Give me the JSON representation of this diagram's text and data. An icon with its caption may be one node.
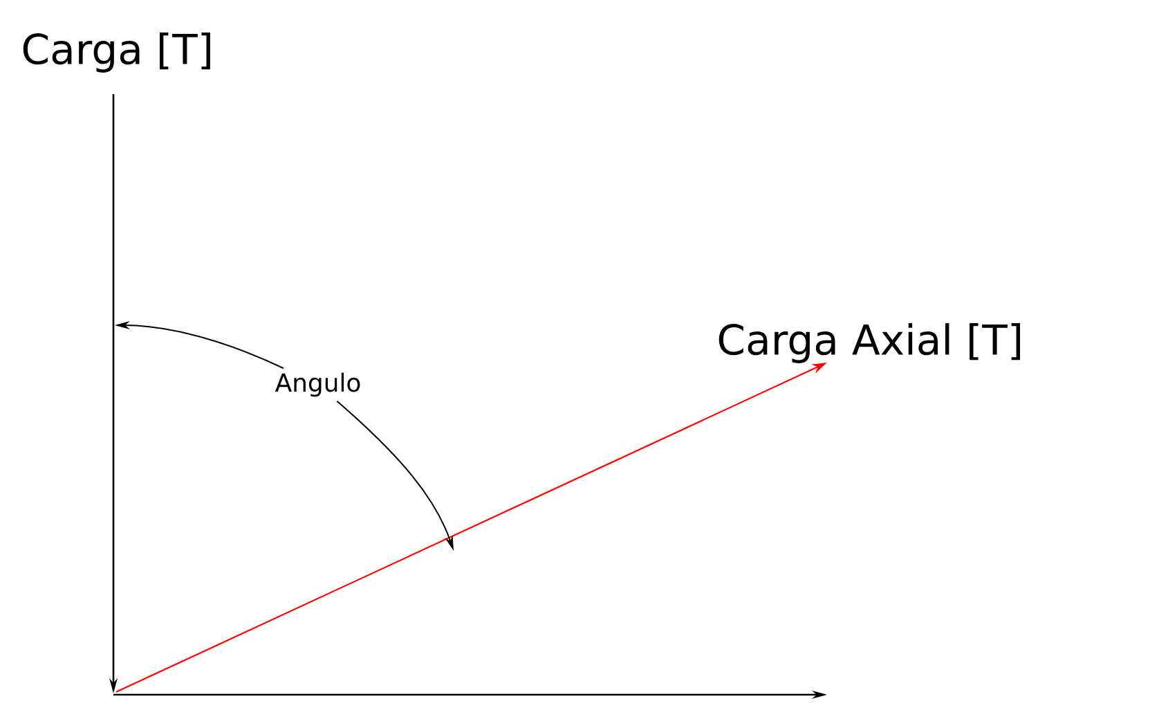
{
  "diagram": {
    "nodes": [
      {
        "text": [
          "Carga [T]"
        ]
      },
      {
        "text": [
          "Carga Axial [T]"
        ]
      },
      {
        "text": [
          "Angulo"
        ]
      }
    ],
    "edges": [
      {
        "from": 2,
        "to": null,
        "arrow": "to"
      },
      {
        "from": 2,
        "to": null,
        "arrow": "to"
      }
    ]
  }
}
